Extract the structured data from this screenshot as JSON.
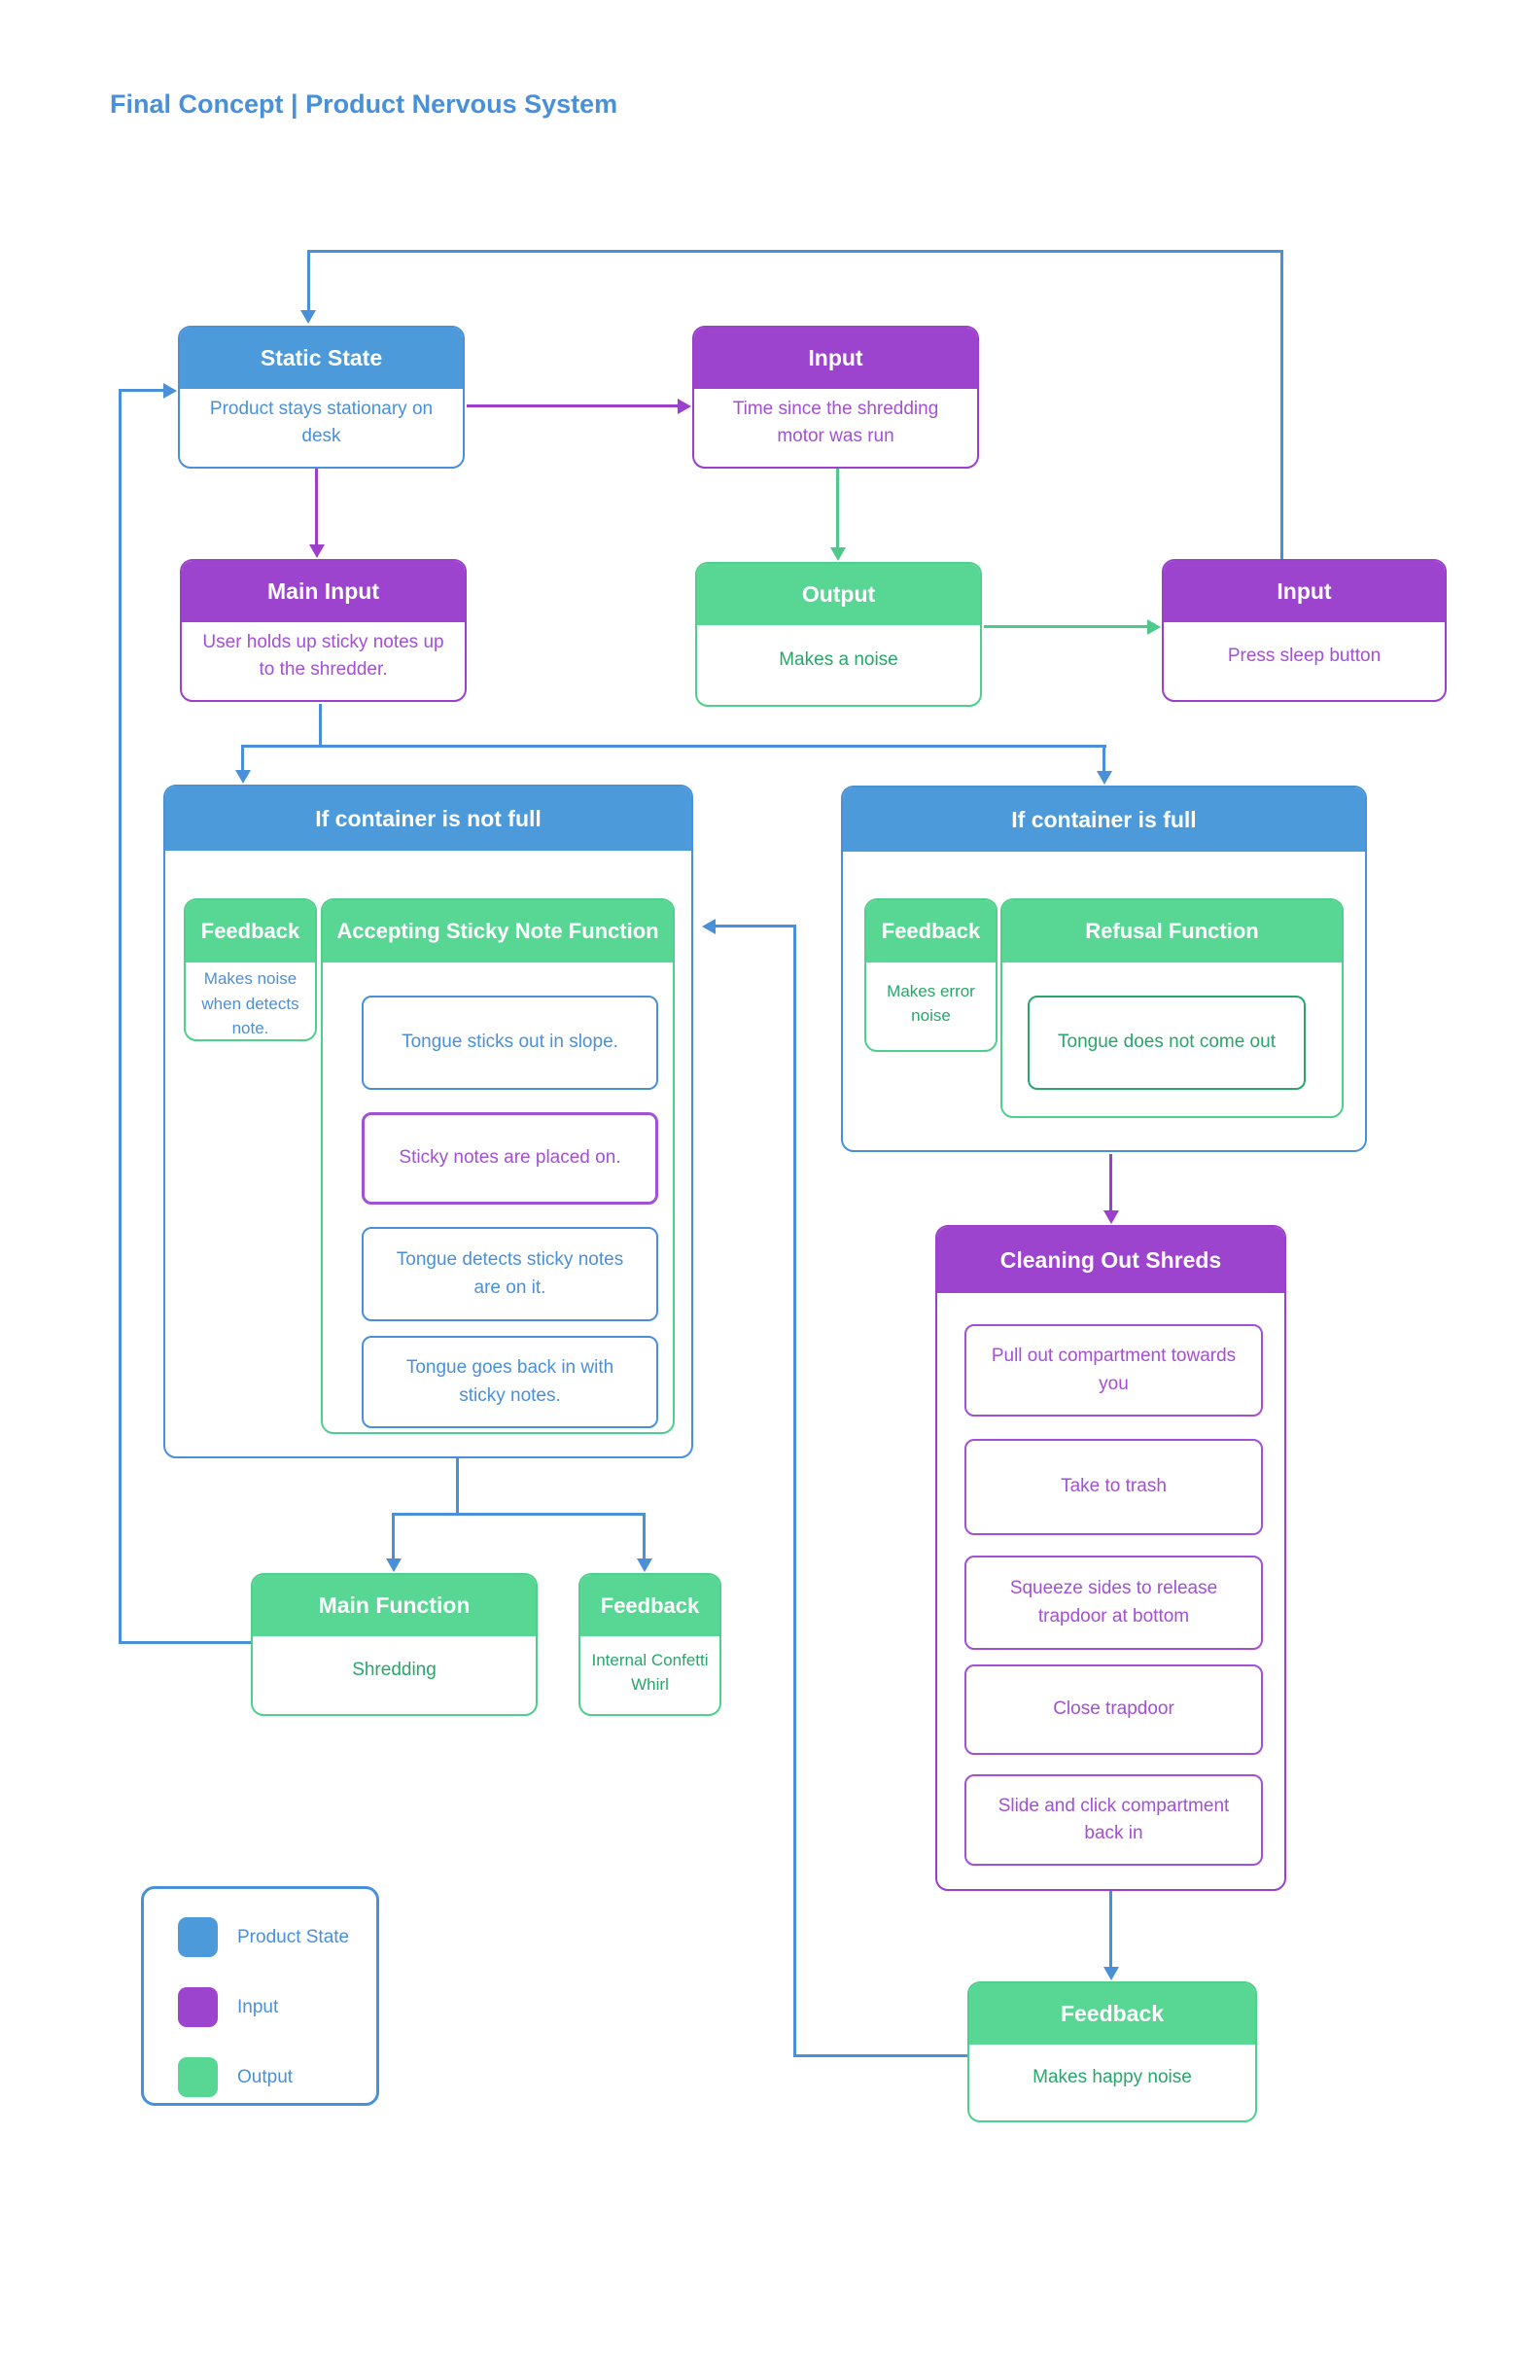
{
  "title": "Final Concept | Product Nervous System",
  "colors": {
    "product_state_blue": "#4d9ada",
    "input_purple": "#9c44ce",
    "output_green": "#58d794",
    "line_blue": "#4a90d9",
    "line_purple": "#9b3fcc",
    "line_green": "#4ec98b"
  },
  "nodes": {
    "static_state": {
      "header": "Static State",
      "body": "Product stays stationary on desk"
    },
    "input_time": {
      "header": "Input",
      "body": "Time since the shredding motor was run"
    },
    "main_input": {
      "header": "Main Input",
      "body": "User holds up sticky notes up to the shredder."
    },
    "output_noise": {
      "header": "Output",
      "body": "Makes a noise"
    },
    "input_sleep": {
      "header": "Input",
      "body": "Press sleep button"
    },
    "container_not_full": {
      "header": "If container is not full",
      "feedback": {
        "header": "Feedback",
        "body": "Makes noise when detects note."
      },
      "accepting": {
        "header": "Accepting Sticky Note Function",
        "steps": [
          "Tongue sticks out in slope.",
          "Sticky notes are placed on.",
          "Tongue detects sticky notes are on it.",
          "Tongue goes back in with sticky notes."
        ]
      }
    },
    "container_full": {
      "header": "If container is full",
      "feedback": {
        "header": "Feedback",
        "body": "Makes error noise"
      },
      "refusal": {
        "header": "Refusal Function",
        "body": "Tongue does not come out"
      }
    },
    "cleaning": {
      "header": "Cleaning Out Shreds",
      "steps": [
        "Pull out compartment towards you",
        "Take to trash",
        "Squeeze sides to release trapdoor at bottom",
        "Close trapdoor",
        "Slide and click compartment back in"
      ]
    },
    "main_function": {
      "header": "Main Function",
      "body": "Shredding"
    },
    "feedback_confetti": {
      "header": "Feedback",
      "body": "Internal Confetti Whirl"
    },
    "feedback_happy": {
      "header": "Feedback",
      "body": "Makes happy noise"
    }
  },
  "legend": {
    "items": [
      {
        "swatch": "blue",
        "label": "Product State"
      },
      {
        "swatch": "purple",
        "label": "Input"
      },
      {
        "swatch": "green",
        "label": "Output"
      }
    ]
  }
}
